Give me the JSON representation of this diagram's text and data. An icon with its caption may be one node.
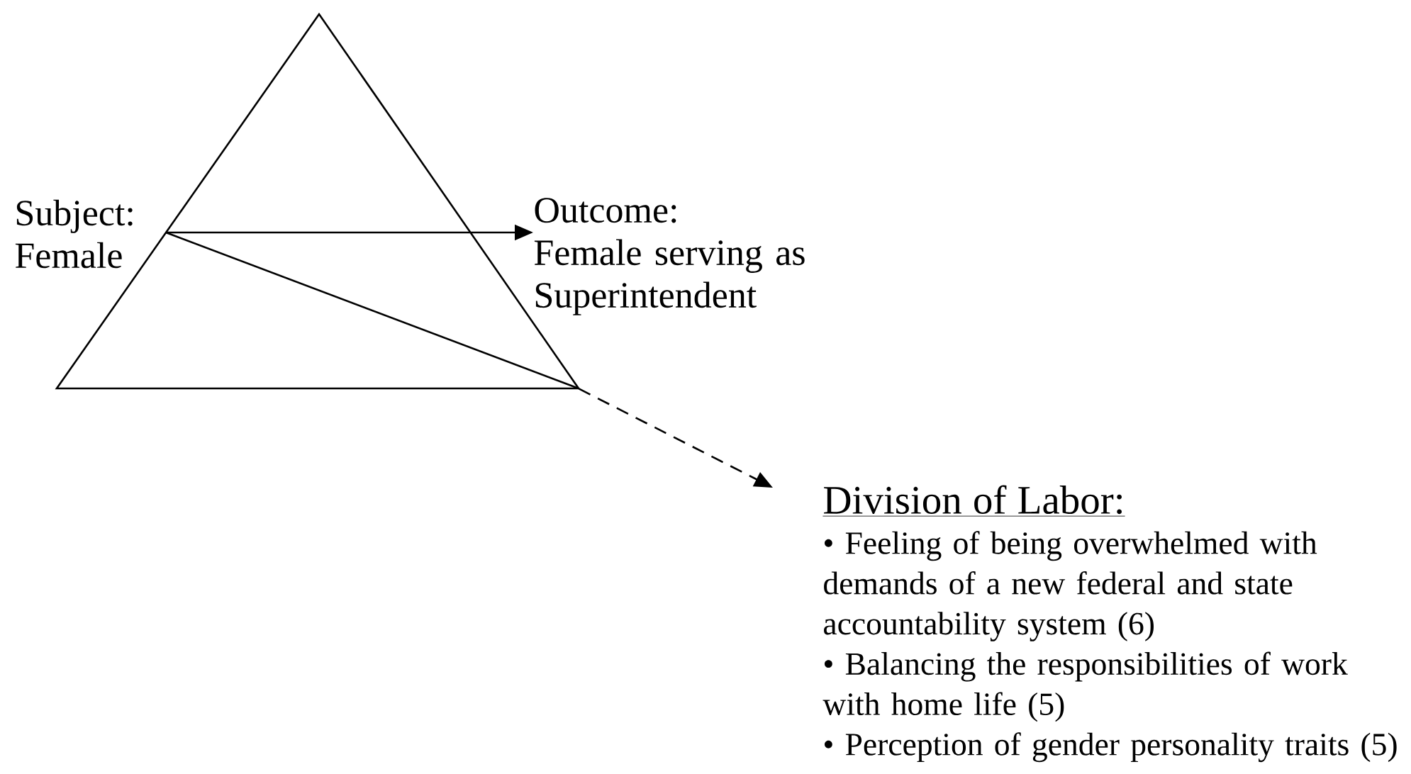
{
  "diagram": {
    "nodes": [
      {
        "text": [],
        "shape": "triangle"
      },
      {
        "text": [
          "Subject:",
          "Female"
        ]
      },
      {
        "text": [
          "Outcome:",
          "Female serving as Superintendent"
        ]
      },
      {
        "text": [
          "Division of Labor:",
          "• Feeling of being overwhelmed with demands of a new federal and state accountability system (6)",
          "• Balancing the responsibilities of work with home life (5)",
          "• Perception of gender personality traits (5)"
        ]
      }
    ],
    "edges": [
      {
        "from": 0,
        "to": 2,
        "arrow": "to"
      },
      {
        "from": 0,
        "to": 3,
        "arrow": "to",
        "style": "dashed"
      }
    ]
  }
}
